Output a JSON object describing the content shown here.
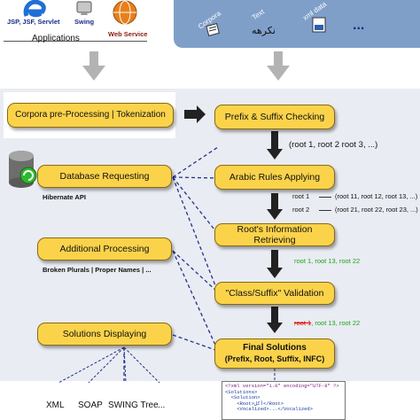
{
  "applications": {
    "jsp_label": "JSP, JSF, Servlet",
    "swing_label": "Swing",
    "web_service_label": "Web Service",
    "group_label": "Applications"
  },
  "input": {
    "corpora_label": "Corpora",
    "text_label": "Text",
    "arabic_text": "نكرهه",
    "xml_label": "xml data",
    "ellipsis": "..."
  },
  "left_column": {
    "preprocessing": "Corpora pre-Processing | Tokenization",
    "database": "Database Requesting",
    "hibernate": "Hibernate API",
    "additional": "Additional Processing",
    "additional_sub": "Broken Plurals | Proper Names | ...",
    "solutions": "Solutions Displaying",
    "outputs": [
      "XML",
      "SOAP",
      "SWING Tree",
      "..."
    ]
  },
  "right_column": {
    "prefix_suffix": "Prefix & Suffix Checking",
    "arabic_rules": "Arabic Rules Applying",
    "roots_info": "Root's Information Retrieving",
    "class_suffix": "\"Class/Suffix\" Validation",
    "final_title": "Final Solutions",
    "final_sub": "(Prefix, Root, Suffix, INFC)"
  },
  "annotations": {
    "roots_list": "(root 1, root 2  root 3, ...)",
    "root1": "root 1",
    "root1_values": "(root 11, root 12, root 13, ...)",
    "root2": "root 2",
    "root2_values": "(root 21, root 22, root 23, ...)",
    "green_roots": "root 1, root 13, root 22",
    "red_root": "root 1",
    "green_after_red": ", root 13, root 22"
  },
  "xml_snippet": [
    "<?xml version=\"1.0\" encoding=\"UTF-8\" ?>",
    "<Solutions>",
    "  <Solution>",
    "    <Root>أكل</Root>",
    "    <Vocalized>...</Vocalized>"
  ],
  "colors": {
    "box_fill": "#fbd34b",
    "panel_bg": "#e9ecf2",
    "input_bg": "#7f9fc9",
    "gray_arrow": "#b3b3b3",
    "dashed": "#23318a",
    "green": "#1ea31e",
    "red": "#e00000"
  }
}
